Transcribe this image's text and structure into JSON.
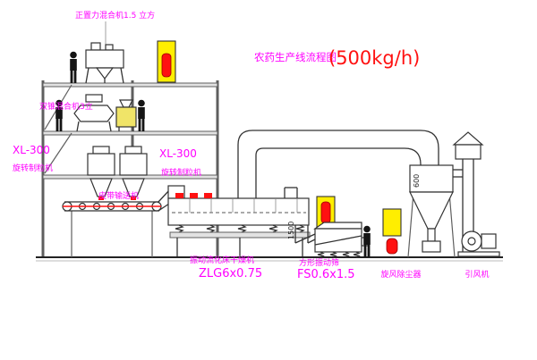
{
  "title": {
    "text": "农药生产线流程图",
    "capacity": "(500kg/h)"
  },
  "colors": {
    "magenta": "#ff00ff",
    "red": "#ff1111",
    "yellow": "#ffee00",
    "machine": "#f0e468",
    "line": "#333333",
    "struct": "#5f5f5f"
  },
  "equipment": {
    "top_mixer": {
      "label": "正置力混合机1.5 立方"
    },
    "double_cone_mixer": {
      "label": "双锥混合机3立"
    },
    "granulator_left": {
      "model": "XL-300",
      "name": "旋转制粒机"
    },
    "granulator_mid": {
      "model": "XL-300",
      "name": "旋转制粒机"
    },
    "belt_conveyor": {
      "name": "皮带输送机"
    },
    "dryer": {
      "name": "振动流化床干燥机",
      "model": "ZLG6x0.75"
    },
    "sieve": {
      "name": "方形振动筛",
      "model": "FS0.6x1.5",
      "duct_dim": "1500"
    },
    "cyclone": {
      "name": "旋风除尘器",
      "dim": "600"
    },
    "fan": {
      "name": "引风机"
    }
  }
}
